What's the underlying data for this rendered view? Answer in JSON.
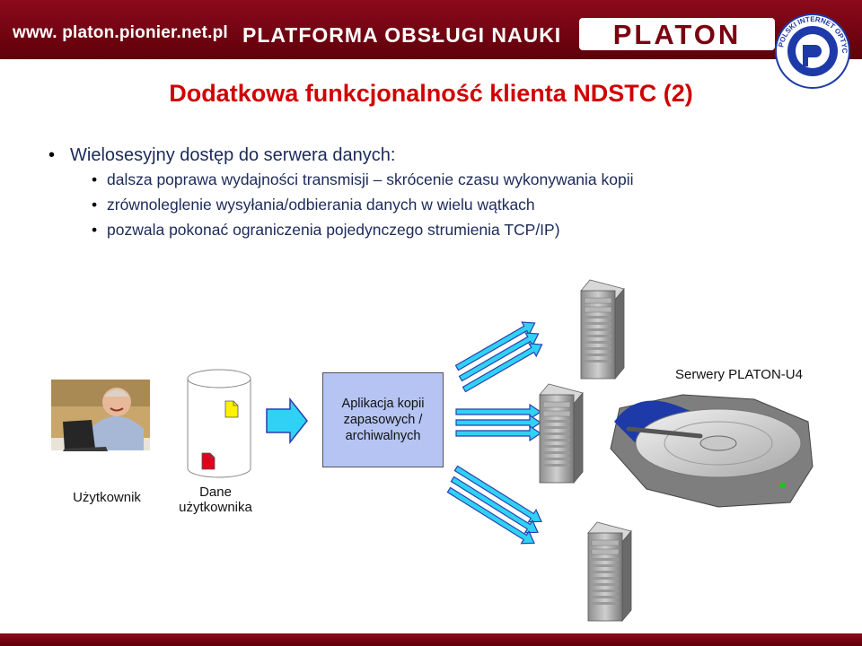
{
  "header": {
    "url": "www. platon.pionier.net.pl",
    "banner": "PLATFORMA OBSŁUGI NAUKI",
    "logo": "PLATON",
    "seal": "POLSKI INTERNET OPTYCZNY"
  },
  "slide": {
    "title": "Dodatkowa funkcjonalność klienta NDSTC (2)",
    "bullet_main": "Wielosesyjny dostęp do serwera danych:",
    "sub_bullets": [
      "dalsza poprawa wydajności transmisji – skrócenie czasu wykonywania kopii",
      "zrównoleglenie wysyłania/odbierania danych w wielu wątkach",
      "pozwala pokonać ograniczenia pojedynczego strumienia TCP/IP)"
    ]
  },
  "diagram": {
    "user_label": "Użytkownik",
    "data_label_line1": "Dane",
    "data_label_line2": "użytkownika",
    "app_label": "Aplikacja kopii zapasowych / archiwalnych",
    "servers_label": "Serwery PLATON-U4"
  },
  "colors": {
    "header_bg": "#7a0010",
    "title": "#d00000",
    "bullet_text": "#1c2a5a",
    "app_box": "#b5c4f2",
    "arrow_fill": "#2fd2f5",
    "arrow_stroke": "#2a3fae",
    "map_blue": "#1d3aa8"
  },
  "icons": [
    "person-photo-icon",
    "database-cylinder-icon",
    "file-yellow-icon",
    "file-red-icon",
    "tower-server-icon",
    "disk-platter-icon"
  ]
}
